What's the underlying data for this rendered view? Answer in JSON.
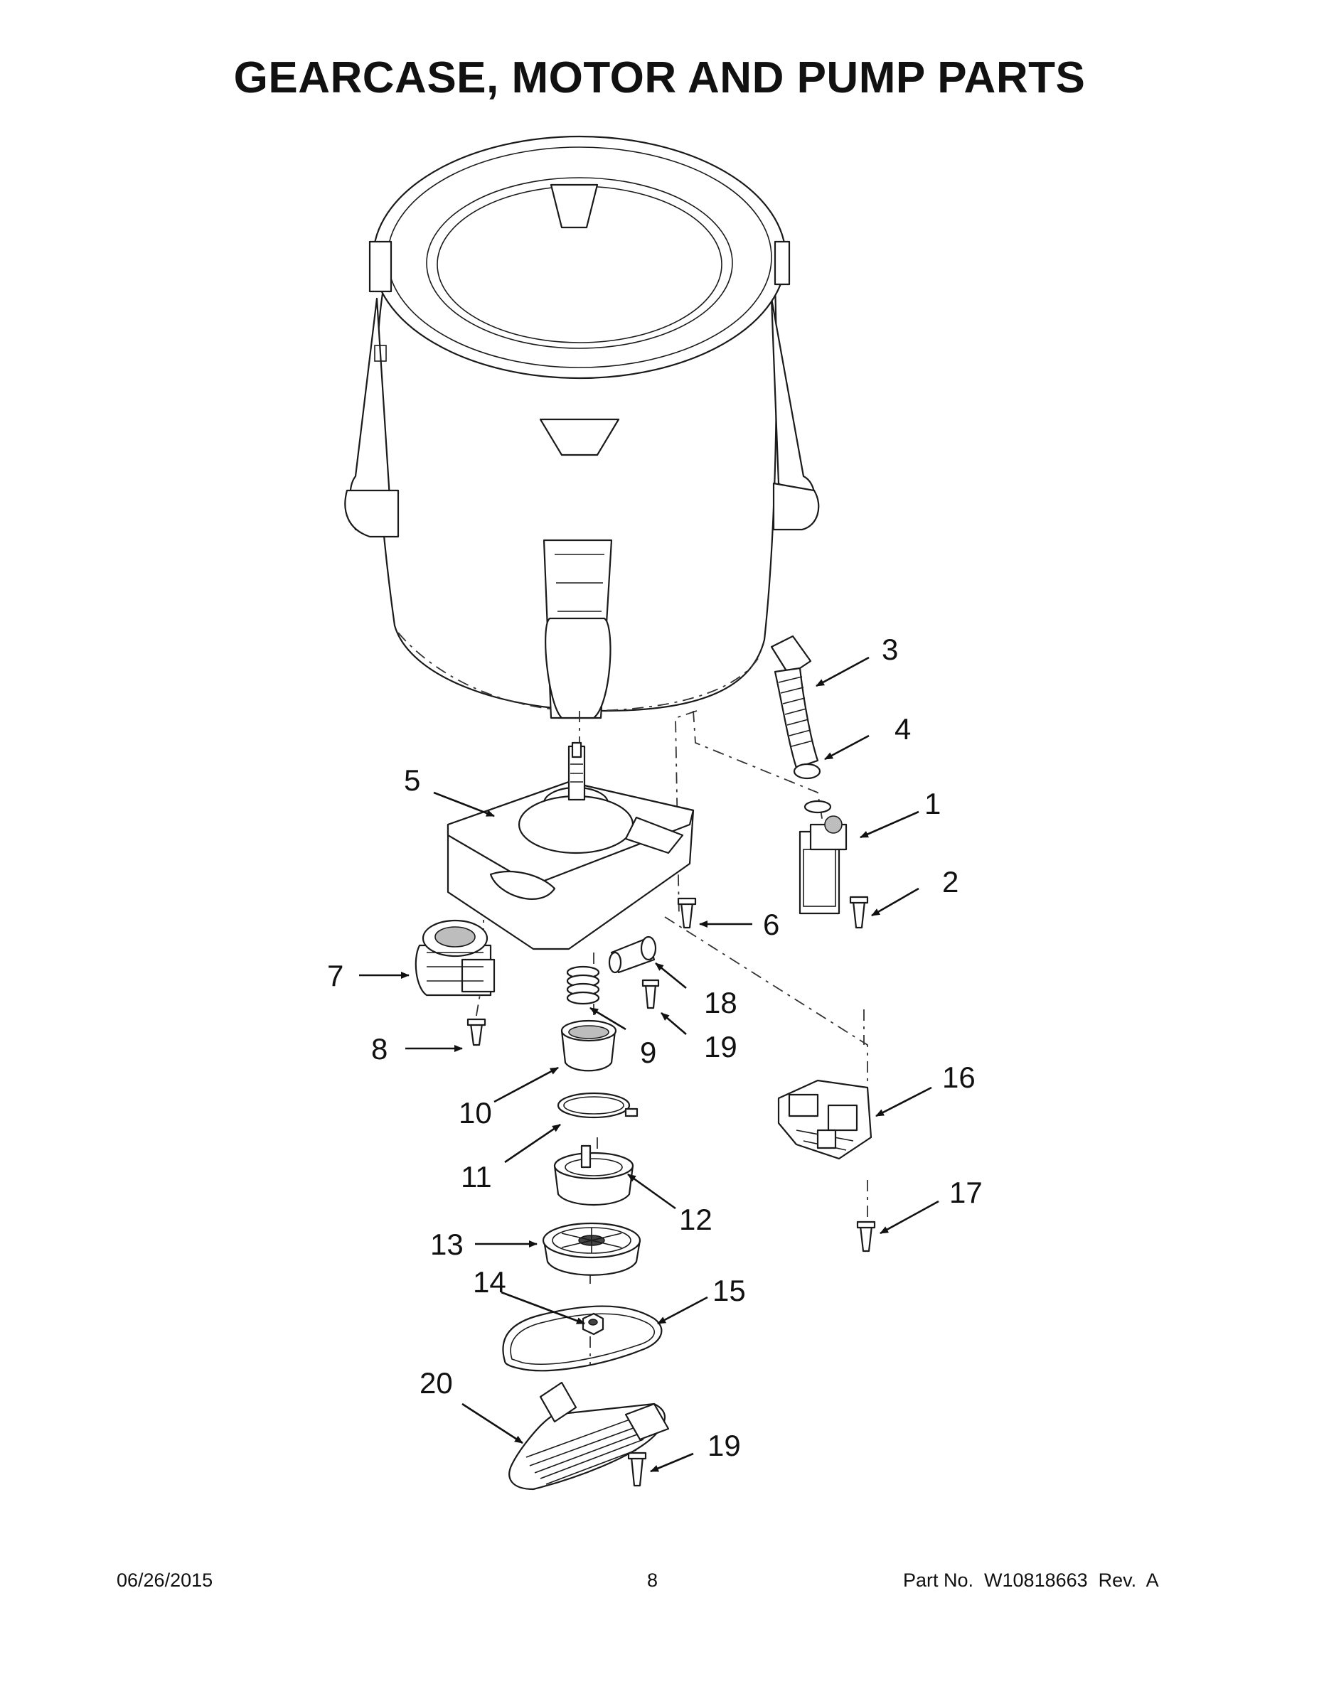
{
  "title": "GEARCASE, MOTOR AND PUMP PARTS",
  "footer": {
    "date": "06/26/2015",
    "page": "8",
    "part_no": "Part No.  W10818663  Rev.  A"
  },
  "callouts": [
    {
      "label": "1"
    },
    {
      "label": "2"
    },
    {
      "label": "3"
    },
    {
      "label": "4"
    },
    {
      "label": "5"
    },
    {
      "label": "6"
    },
    {
      "label": "7"
    },
    {
      "label": "8"
    },
    {
      "label": "9"
    },
    {
      "label": "10"
    },
    {
      "label": "11"
    },
    {
      "label": "12"
    },
    {
      "label": "13"
    },
    {
      "label": "14"
    },
    {
      "label": "15"
    },
    {
      "label": "16"
    },
    {
      "label": "17"
    },
    {
      "label": "18"
    },
    {
      "label": "19"
    },
    {
      "label": "19"
    },
    {
      "label": "20"
    }
  ]
}
